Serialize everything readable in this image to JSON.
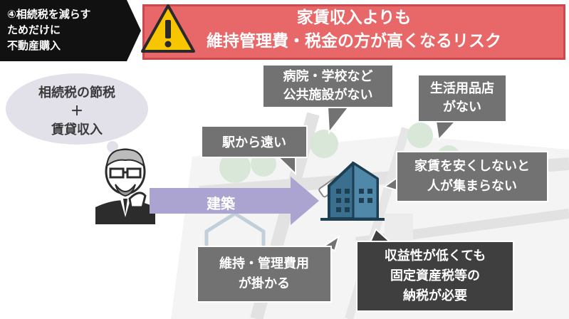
{
  "tag": {
    "text": "④相続税を減らす\nためだけに\n不動産購入"
  },
  "banner": {
    "text": "家賃収入よりも\n維持管理費・税金の方が高くなるリスク"
  },
  "thought": {
    "text": "相続税の節税\n＋\n賃貸収入"
  },
  "arrow": {
    "label": "建築"
  },
  "risks": {
    "station": "駅から遠い",
    "facilities": "病院・学校など\n公共施設がない",
    "shops": "生活用品店\nがない",
    "rent": "家賃を安くしないと\n人が集まらない",
    "maintenance": "維持・管理費用\nが掛かる",
    "tax": "収益性が低くても\n固定資産税等の\n納税が必要"
  },
  "colors": {
    "banner": "#e8686a",
    "arrow": "#aba4d0",
    "box": "#727272",
    "dark_box": "#3f3f3f",
    "building": "#3b6f8f"
  }
}
